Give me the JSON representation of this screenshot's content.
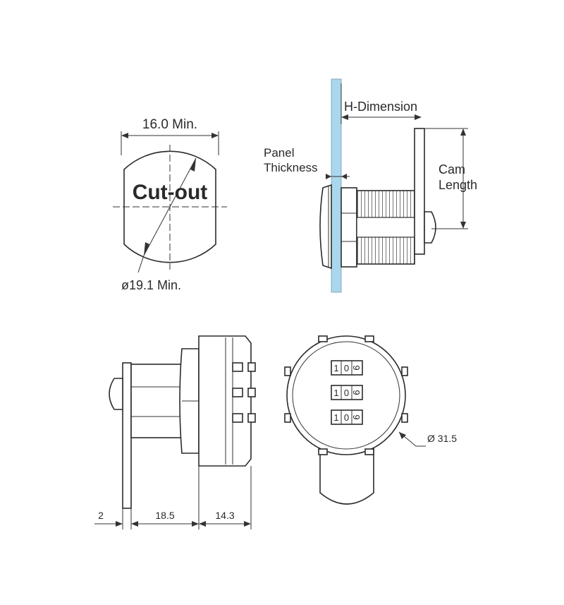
{
  "cutout": {
    "width_label": "16.0 Min.",
    "title": "Cut-out",
    "diameter_label": "ø19.1 Min."
  },
  "side_view": {
    "h_dimension_label": "H-Dimension",
    "panel_label_line1": "Panel",
    "panel_label_line2": "Thickness",
    "cam_label_line1": "Cam",
    "cam_label_line2": "Length"
  },
  "bottom_side": {
    "dim_cam": "2",
    "dim_body": "18.5",
    "dim_head": "14.3"
  },
  "front_view": {
    "diameter_label": "Ø 31.5",
    "dial_digits": [
      "1",
      "0",
      "9"
    ]
  },
  "colors": {
    "line": "#2b2b2b",
    "panel": "#a9d7ee"
  }
}
